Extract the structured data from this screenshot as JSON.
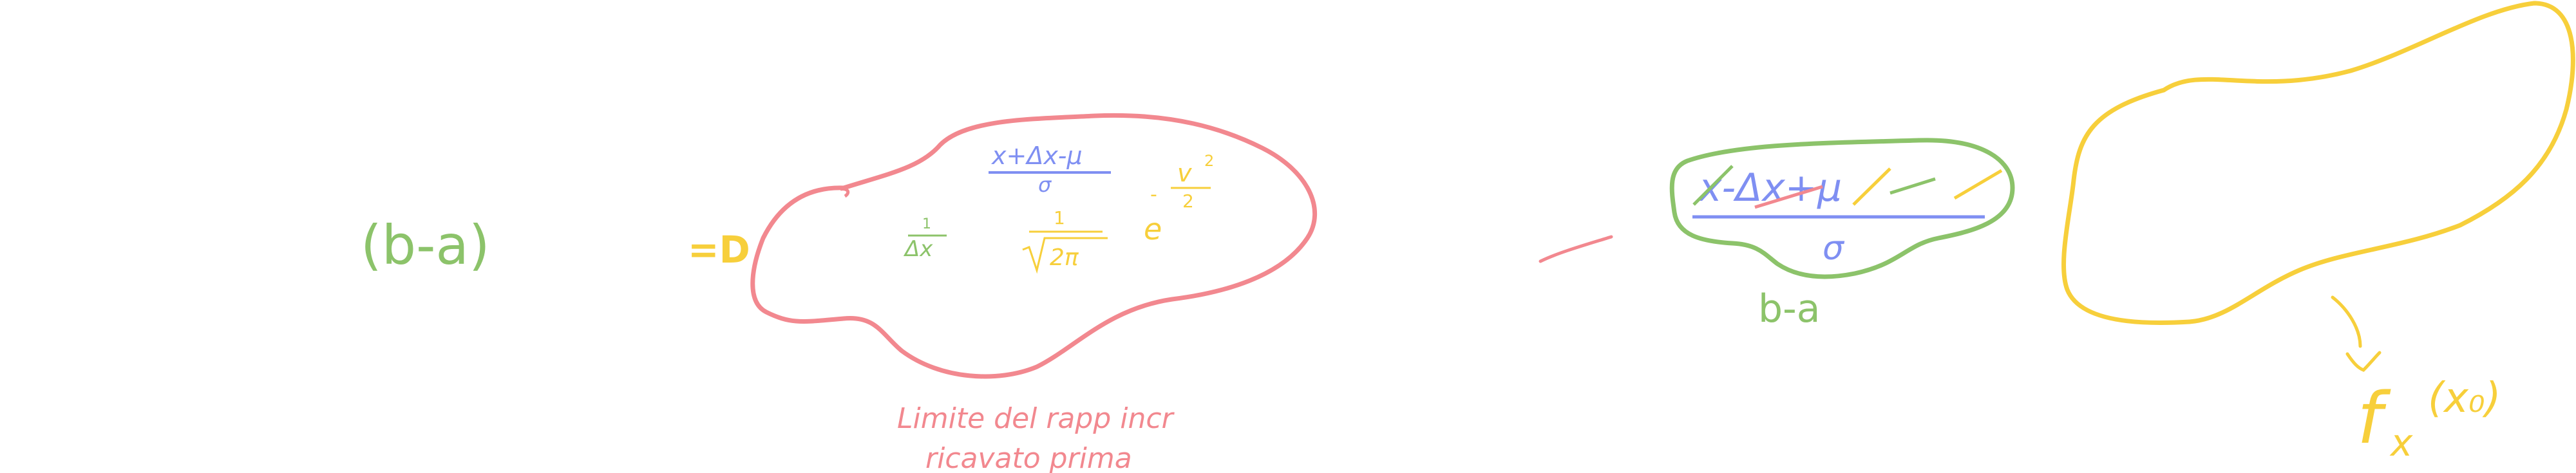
{
  "colors": {
    "green": "#8cc36a",
    "red": "#f2888f",
    "yellow": "#f7cf3b",
    "blue": "#7f8ff2"
  },
  "left": {
    "b_minus_a": "(b-a)",
    "implies": "=D"
  },
  "cloud_red": {
    "numerator": "x+Δx-μ",
    "denominator": "σ",
    "one_over_dx_num": "1",
    "one_over_dx_den": "Δx",
    "one_over_sqrt_num": "1",
    "sqrt_arg": "2π",
    "e": "e",
    "minus": "-",
    "exp_num": "v",
    "exp_sup": "2",
    "exp_den": "2"
  },
  "note": {
    "line1": "Limite del rapp incr",
    "line2": "ricavato prima"
  },
  "dash": "—",
  "cloud_green": {
    "numerator": "x-Δx+μ",
    "denominator": "σ",
    "caption": "b-a"
  },
  "right": {
    "f": "f",
    "sub": "x",
    "arg": "(x₀)"
  }
}
